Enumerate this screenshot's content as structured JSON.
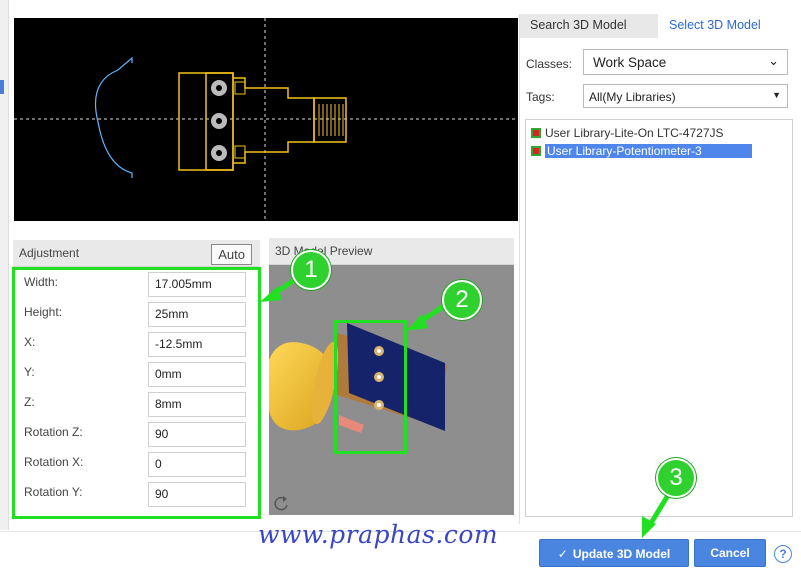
{
  "adjustment": {
    "title": "Adjustment",
    "auto_label": "Auto",
    "fields": [
      {
        "label": "Width:",
        "value": "17.005mm"
      },
      {
        "label": "Height:",
        "value": "25mm"
      },
      {
        "label": "X:",
        "value": "-12.5mm"
      },
      {
        "label": "Y:",
        "value": "0mm"
      },
      {
        "label": "Z:",
        "value": "8mm"
      },
      {
        "label": "Rotation Z:",
        "value": "90"
      },
      {
        "label": "Rotation X:",
        "value": "0"
      },
      {
        "label": "Rotation Y:",
        "value": "90"
      }
    ]
  },
  "preview": {
    "title": "3D Model Preview"
  },
  "tabs": {
    "search": "Search 3D Model",
    "select": "Select 3D Model"
  },
  "filters": {
    "classes_label": "Classes:",
    "classes_value": "Work Space",
    "tags_label": "Tags:",
    "tags_value": "All(My Libraries)"
  },
  "library_items": [
    {
      "label": "User Library-Lite-On LTC-4727JS",
      "selected": false
    },
    {
      "label": "User Library-Potentiometer-3",
      "selected": true
    }
  ],
  "footer": {
    "update_label": "Update 3D Model",
    "cancel_label": "Cancel",
    "help_label": "?"
  },
  "watermark": "www.praphas.com",
  "badges": [
    "1",
    "2",
    "3"
  ],
  "colors": {
    "accent": "#4a86e0",
    "highlight": "#21e021",
    "selected_item": "#4f86ec",
    "viewer_bg": "#000000",
    "outline_yellow": "#f2c21b",
    "outline_blue": "#5cb8ff"
  }
}
